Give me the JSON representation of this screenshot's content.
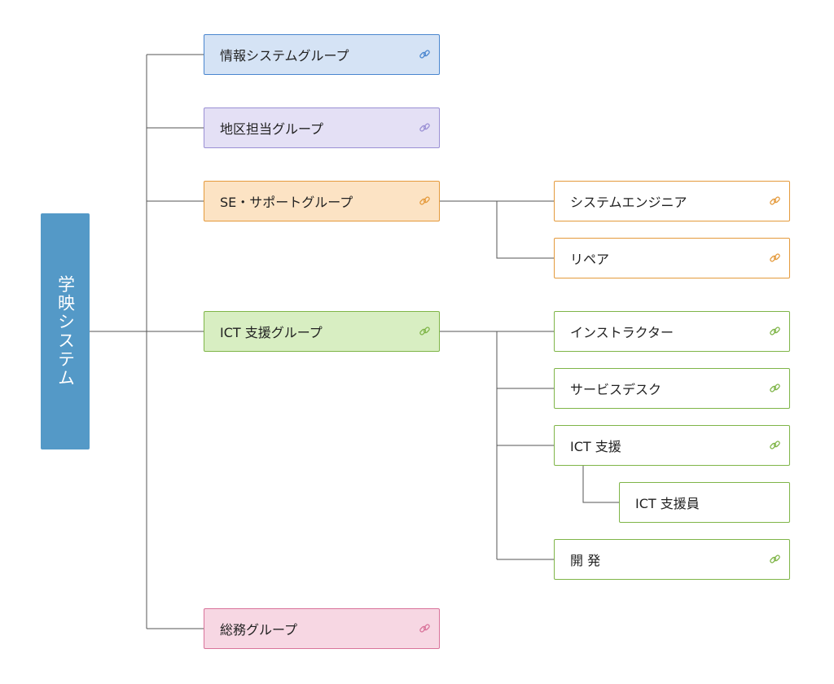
{
  "root": {
    "label": "学映システム"
  },
  "groups": {
    "info": {
      "label": "情報システムグループ",
      "color": "#4a86cf"
    },
    "area": {
      "label": "地区担当グループ",
      "color": "#9a8fd4"
    },
    "se": {
      "label": "SE・サポートグループ",
      "color": "#e49a3c"
    },
    "ict": {
      "label": "ICT 支援グループ",
      "color": "#7fb548"
    },
    "general": {
      "label": "総務グループ",
      "color": "#d9739a"
    }
  },
  "se_children": [
    {
      "label": "システムエンジニア"
    },
    {
      "label": "リペア"
    }
  ],
  "ict_children": [
    {
      "label": "インストラクター"
    },
    {
      "label": "サービスデスク"
    },
    {
      "label": "ICT 支援",
      "children": [
        {
          "label": "ICT 支援員"
        }
      ]
    },
    {
      "label": "開 発"
    }
  ],
  "icons": {
    "link": "link-icon"
  },
  "connector_color": "#555555"
}
